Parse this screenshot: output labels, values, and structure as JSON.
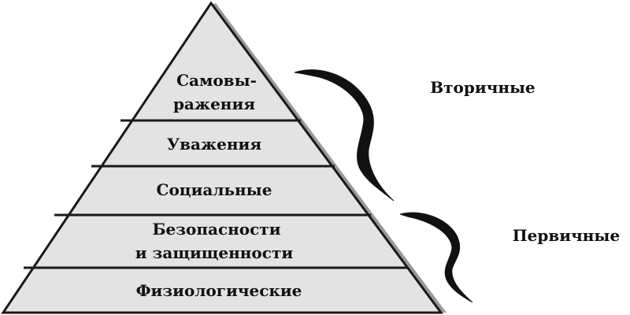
{
  "colors": {
    "pyramid_fill": "#e3e3e3",
    "outline": "#1a1a1a",
    "background": "#ffffff"
  },
  "pyramid": {
    "levels": [
      {
        "line1": "Самовы-",
        "line2": "ражения"
      },
      {
        "line1": "Уважения"
      },
      {
        "line1": "Социальные"
      },
      {
        "line1": "Безопасности",
        "line2": "и защищенности"
      },
      {
        "line1": "Физиологические"
      }
    ]
  },
  "groups": {
    "secondary": {
      "label": "Вторичные"
    },
    "primary": {
      "label": "Первичные"
    }
  }
}
